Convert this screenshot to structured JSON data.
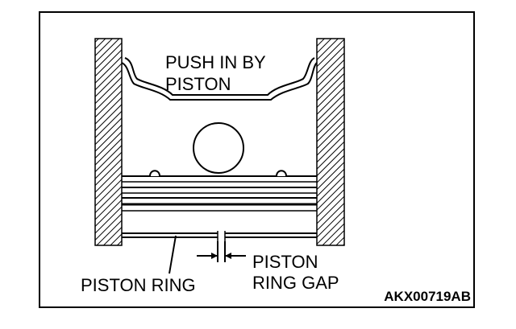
{
  "labels": {
    "push_line1": "PUSH IN BY",
    "push_line2": "PISTON",
    "piston_ring": "PISTON RING",
    "gap_line1": "PISTON",
    "gap_line2": "RING GAP"
  },
  "figure_code": "AKX00719AB",
  "colors": {
    "ink": "#000000",
    "paper": "#ffffff"
  }
}
